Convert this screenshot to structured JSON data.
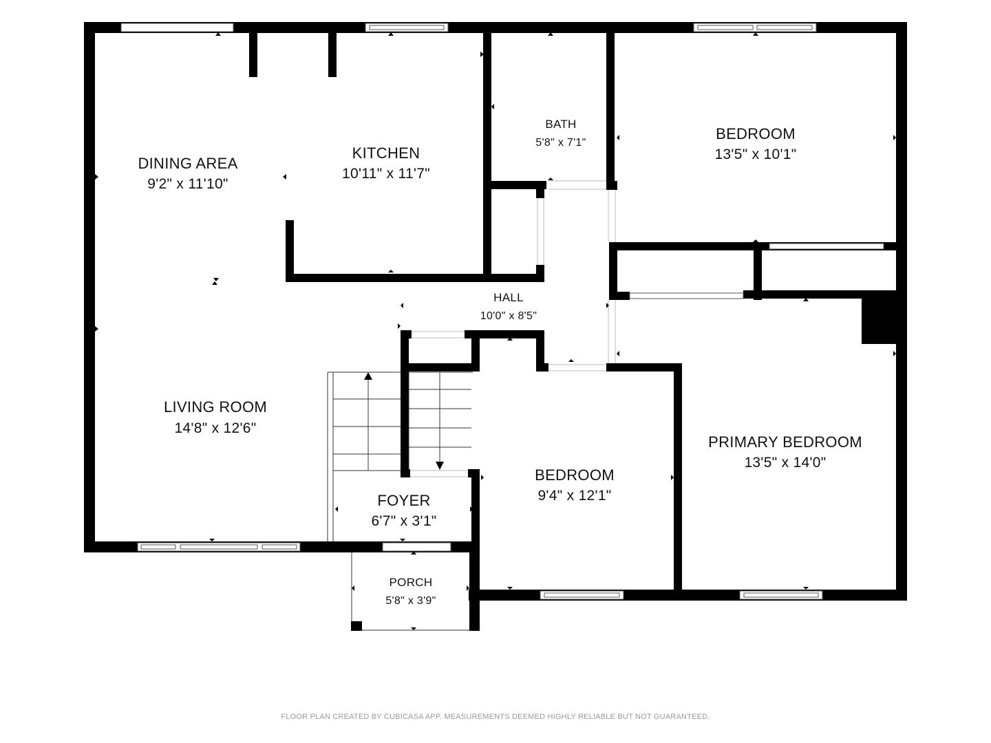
{
  "rooms": {
    "dining": {
      "name": "DINING AREA",
      "dims": "9'2\" x 11'10\""
    },
    "kitchen": {
      "name": "KITCHEN",
      "dims": "10'11\" x 11'7\""
    },
    "bath": {
      "name": "BATH",
      "dims": "5'8\" x 7'1\""
    },
    "bedroom1": {
      "name": "BEDROOM",
      "dims": "13'5\" x 10'1\""
    },
    "hall": {
      "name": "HALL",
      "dims": "10'0\" x 8'5\""
    },
    "living": {
      "name": "LIVING ROOM",
      "dims": "14'8\" x 12'6\""
    },
    "foyer": {
      "name": "FOYER",
      "dims": "6'7\" x 3'1\""
    },
    "bedroom2": {
      "name": "BEDROOM",
      "dims": "9'4\" x 12'1\""
    },
    "primary": {
      "name": "PRIMARY BEDROOM",
      "dims": "13'5\" x 14'0\""
    },
    "porch": {
      "name": "PORCH",
      "dims": "5'8\" x 3'9\""
    }
  },
  "footer": {
    "text": "FLOOR PLAN CREATED BY CUBICASA APP. MEASUREMENTS DEEMED HIGHLY RELIABLE BUT NOT GUARANTEED."
  },
  "colors": {
    "wall": "#000000",
    "background": "#ffffff",
    "footer_text": "#9a9a9a"
  }
}
